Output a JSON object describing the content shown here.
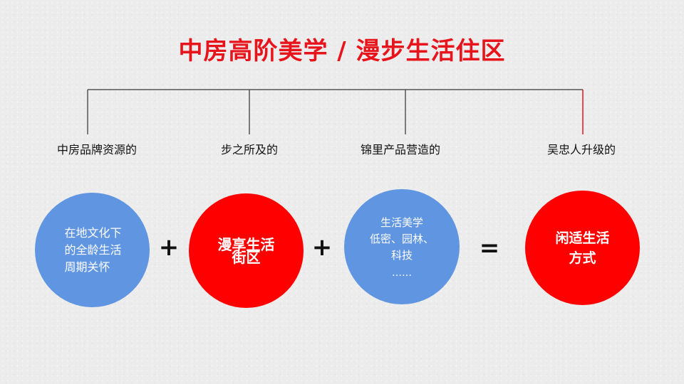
{
  "title": "中房高阶美学 / 漫步生活住区",
  "branches": [
    {
      "label": "中房品牌资源的"
    },
    {
      "label": "步之所及的"
    },
    {
      "label": "锦里产品营造的"
    },
    {
      "label": "吴忠人升级的"
    }
  ],
  "circles": [
    {
      "lines": [
        "在地文化下",
        "的全龄生活",
        "周期关怀"
      ],
      "color": "#6095e2"
    },
    {
      "lines": [
        "漫享生活",
        "街区"
      ],
      "color": "#ff0000"
    },
    {
      "lines": [
        "生活美学",
        "低密、园林、",
        "科技"
      ],
      "extra": "……",
      "color": "#6095e2"
    },
    {
      "lines": [
        "闲适生活",
        "方式"
      ],
      "color": "#ff0000"
    }
  ],
  "operators": [
    "+",
    "+",
    "="
  ],
  "colors": {
    "accent": "#e8141b",
    "line": "#555555",
    "red_line": "#e8141b"
  }
}
